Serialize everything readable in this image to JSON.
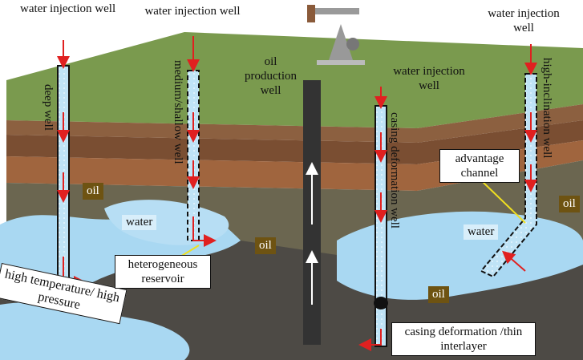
{
  "labels": {
    "injection_well_1": "water injection well",
    "injection_well_2": "water injection well",
    "injection_well_3": "water injection well",
    "injection_well_4": "water injection well",
    "production_well": "oil production well",
    "deep_well": "deep well",
    "shallow_well": "medium/shallow well",
    "casing_well": "casing deformation well",
    "inclination_well": "high-inclination well"
  },
  "callouts": {
    "high_temp_pressure": "high temperature/ high pressure",
    "heterogeneous": "heterogeneous reservoir",
    "advantage_channel": "advantage channel",
    "casing_interlayer": "casing deformation /thin interlayer"
  },
  "tags": {
    "oil_1": "oil",
    "oil_2": "oil",
    "oil_3": "oil",
    "oil_4": "oil",
    "water_1": "water",
    "water_2": "water"
  },
  "colors": {
    "grass": "#7a9a4e",
    "soil": "#8a5a3a",
    "water": "#a9d8f2",
    "oil_tag": "#6e5312",
    "arrow": "#e02020"
  }
}
